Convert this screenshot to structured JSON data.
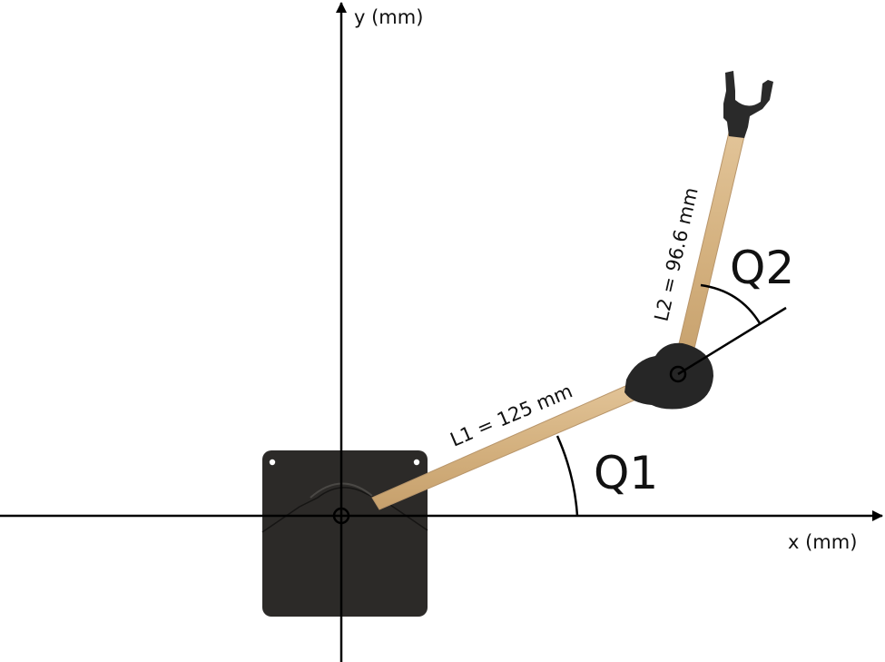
{
  "axes": {
    "x_label": "x (mm)",
    "y_label": "y (mm)"
  },
  "links": {
    "l1_label": "L1 = 125 mm",
    "l2_label": "L2 = 96.6 mm"
  },
  "angles": {
    "q1_label": "Q1",
    "q2_label": "Q2"
  },
  "colors": {
    "axis": "#000000",
    "base_plate": "#2c2a28",
    "link_wood": "#d9b887",
    "link_wood_edge": "#b8956a",
    "joint": "#262626",
    "gripper": "#2a2a2a"
  }
}
